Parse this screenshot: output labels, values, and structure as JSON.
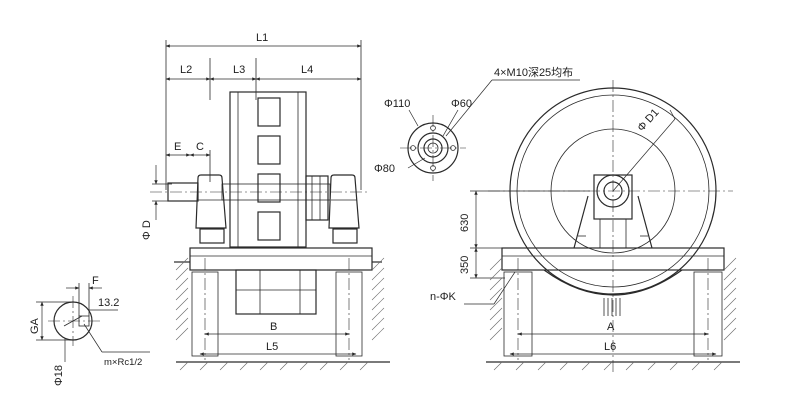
{
  "labels": {
    "L1": "L1",
    "L2": "L2",
    "L3": "L3",
    "L4": "L4",
    "E": "E",
    "C": "C",
    "PhiD": "Φ D",
    "B": "B",
    "L5": "L5",
    "F": "F",
    "v13_2": "13.2",
    "GA": "GA",
    "Phi18": "Φ18",
    "thread": "m×Rc1/2",
    "Phi110": "Φ110",
    "Phi60": "Φ60",
    "Phi80": "Φ80",
    "bolt_note": "4×M10深25均布",
    "PhiD1": "Φ D1",
    "v630": "630",
    "v350": "350",
    "nPhiK": "n-ΦK",
    "A": "A",
    "L6": "L6"
  }
}
